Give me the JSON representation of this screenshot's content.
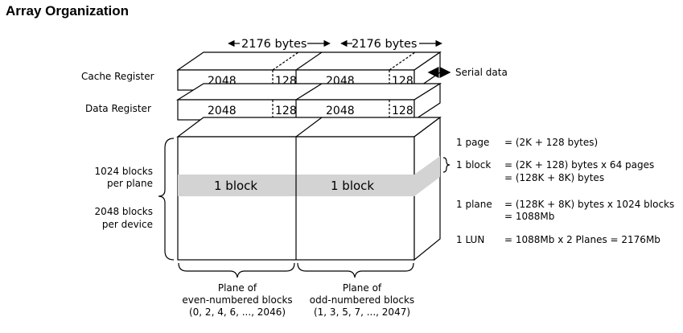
{
  "title": "Array Organization",
  "dimensions": {
    "left": "2176 bytes",
    "right": "2176 bytes"
  },
  "registers": {
    "cache_label": "Cache Register",
    "data_label": "Data Register",
    "main_size": "2048",
    "spare_size": "128"
  },
  "serial_data": "Serial data",
  "left_labels": {
    "per_plane_line1": "1024 blocks",
    "per_plane_line2": "per plane",
    "per_device_line1": "2048 blocks",
    "per_device_line2": "per device"
  },
  "block_label": "1 block",
  "specs": [
    {
      "name": "1 page",
      "lines": [
        "= (2K + 128 bytes)"
      ]
    },
    {
      "name": "1 block",
      "lines": [
        "= (2K + 128) bytes x 64 pages",
        "= (128K + 8K) bytes"
      ]
    },
    {
      "name": "1 plane",
      "lines": [
        "= (128K + 8K) bytes x 1024 blocks",
        "= 1088Mb"
      ]
    },
    {
      "name": "1 LUN",
      "lines": [
        "= 1088Mb x 2 Planes = 2176Mb"
      ]
    }
  ],
  "planes": {
    "even": [
      "Plane of",
      "even-numbered blocks",
      "(0, 2, 4, 6, ..., 2046)"
    ],
    "odd": [
      "Plane of",
      "odd-numbered blocks",
      "(1, 3, 5, 7, ..., 2047)"
    ]
  }
}
